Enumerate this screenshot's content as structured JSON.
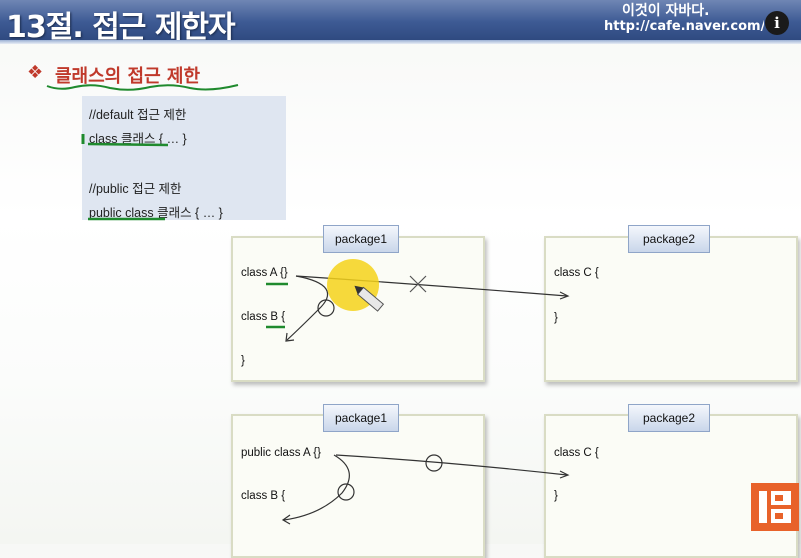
{
  "header": {
    "title": "13절. 접근 제한자",
    "brand": "이것이 자바다.",
    "url": "http://cafe.naver.com/thisisjava",
    "info_symbol": "i"
  },
  "section": {
    "bullet": "❖",
    "heading": "클래스의 접근 제한"
  },
  "code_example": {
    "lines": [
      "//default 접근 제한",
      "class 클래스 { … }",
      "",
      "//public 접근 제한",
      "public class 클래스 { … }"
    ]
  },
  "diagram_top": {
    "package1": "package1",
    "package2": "package2",
    "class_a": "class A {}",
    "class_b": "class B {",
    "close_b": "}",
    "class_c": "class C {",
    "close_c": "}"
  },
  "diagram_bottom": {
    "package1": "package1",
    "package2": "package2",
    "class_a": "public class A {}",
    "class_b": "class B {",
    "class_c": "class C {",
    "close_c": "}"
  },
  "colors": {
    "title_bar": "#3d5a94",
    "heading": "#c0392b",
    "underline": "#1f8a2e",
    "logo": "#e8622a",
    "cursor_highlight": "#f5d21a"
  },
  "icons": [
    "info-icon",
    "pencil-cursor-icon",
    "channel-logo-icon"
  ]
}
